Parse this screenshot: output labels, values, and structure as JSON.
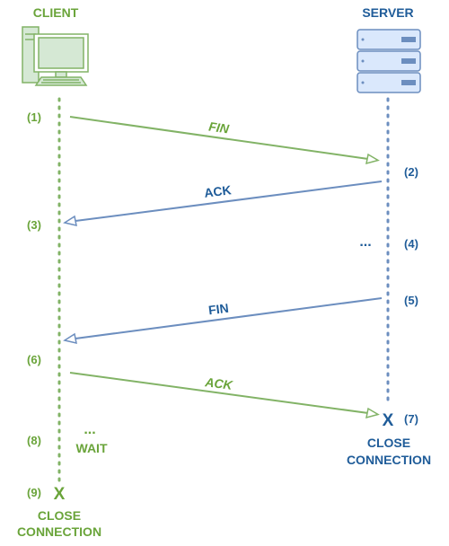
{
  "client": {
    "title": "CLIENT",
    "color": "#6aa43a",
    "steps": {
      "s1": "(1)",
      "s3": "(3)",
      "s6": "(6)",
      "s8": "(8)",
      "s9": "(9)"
    },
    "ellipsis": "...",
    "wait": "WAIT",
    "close_mark": "X",
    "close_line1": "CLOSE",
    "close_line2": "CONNECTION",
    "icon": "desktop-computer-icon"
  },
  "server": {
    "title": "SERVER",
    "color": "#1f5c99",
    "steps": {
      "s2": "(2)",
      "s4": "(4)",
      "s5": "(5)",
      "s7": "(7)"
    },
    "ellipsis": "...",
    "close_mark": "X",
    "close_line1": "CLOSE",
    "close_line2": "CONNECTION",
    "icon": "server-rack-icon"
  },
  "messages": {
    "fin1": "FIN",
    "ack1": "ACK",
    "fin2": "FIN",
    "ack2": "ACK"
  },
  "colors": {
    "client_green": "#6aa43a",
    "client_arrow": "#82b366",
    "server_blue": "#1f5c99",
    "server_arrow": "#6c8ebf",
    "server_fill": "#dae8fc"
  }
}
